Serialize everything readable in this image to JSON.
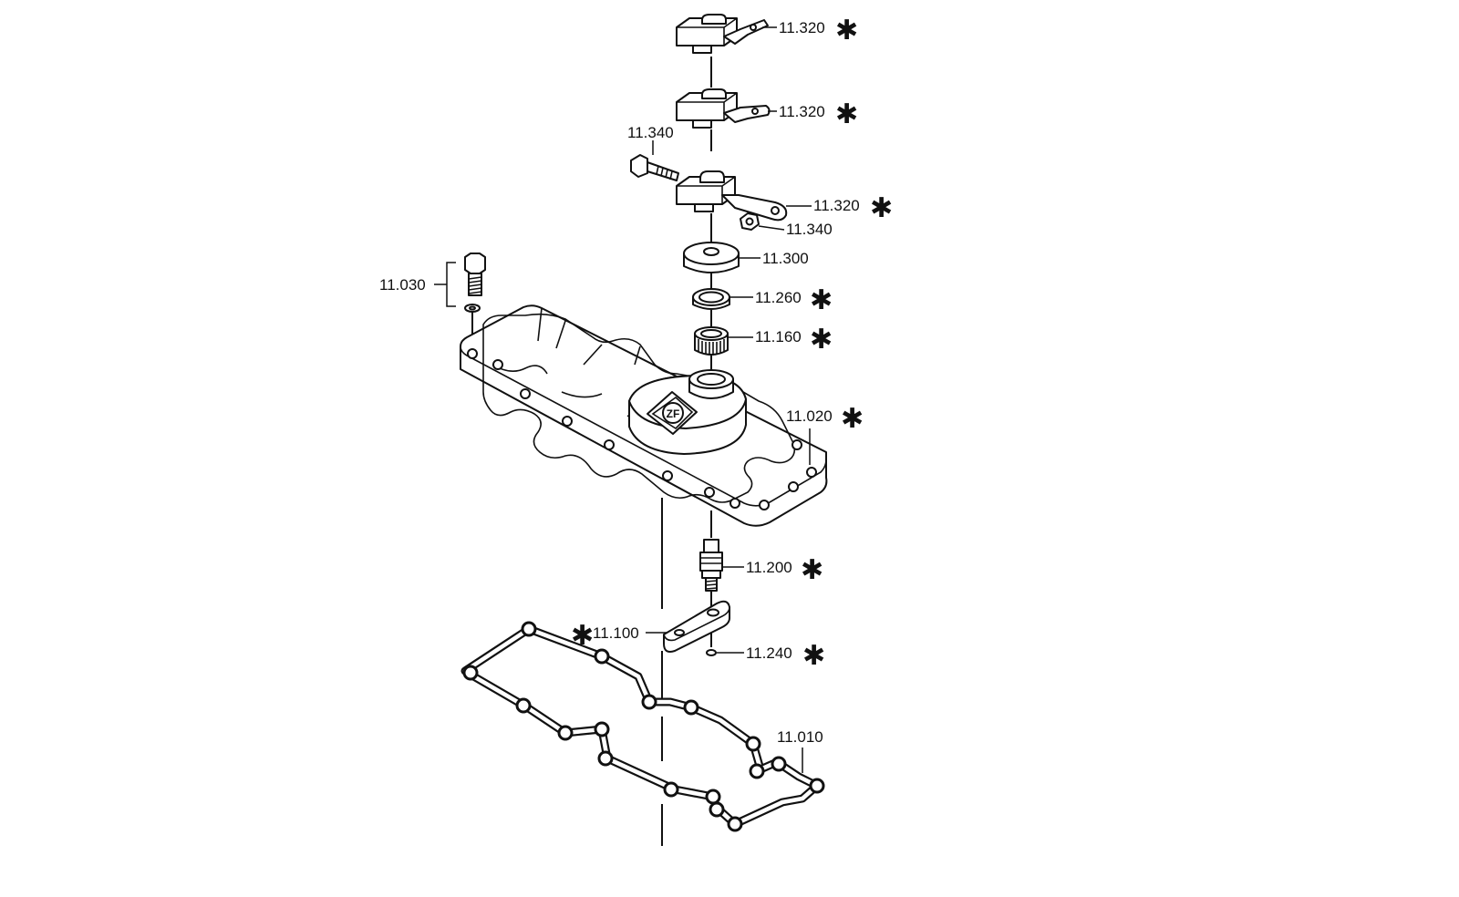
{
  "diagram": {
    "marker": "✱",
    "labels": {
      "bracket_top": "11.320",
      "bracket_middle": "11.320",
      "bracket_lower": "11.320",
      "bolt_lever": "11.340",
      "nut_lever": "11.340",
      "cap_disc": "11.300",
      "seal_ring": "11.260",
      "needle_bearing": "11.160",
      "bolt_washer": "11.030",
      "cover": "11.020",
      "sensor": "11.200",
      "lever_plate": "11.100",
      "circlip": "11.240",
      "gasket": "11.010"
    },
    "starred": [
      "bracket_top",
      "bracket_middle",
      "bracket_lower",
      "seal_ring",
      "needle_bearing",
      "cover",
      "sensor",
      "lever_plate",
      "circlip"
    ],
    "logo_text": "ZF"
  }
}
